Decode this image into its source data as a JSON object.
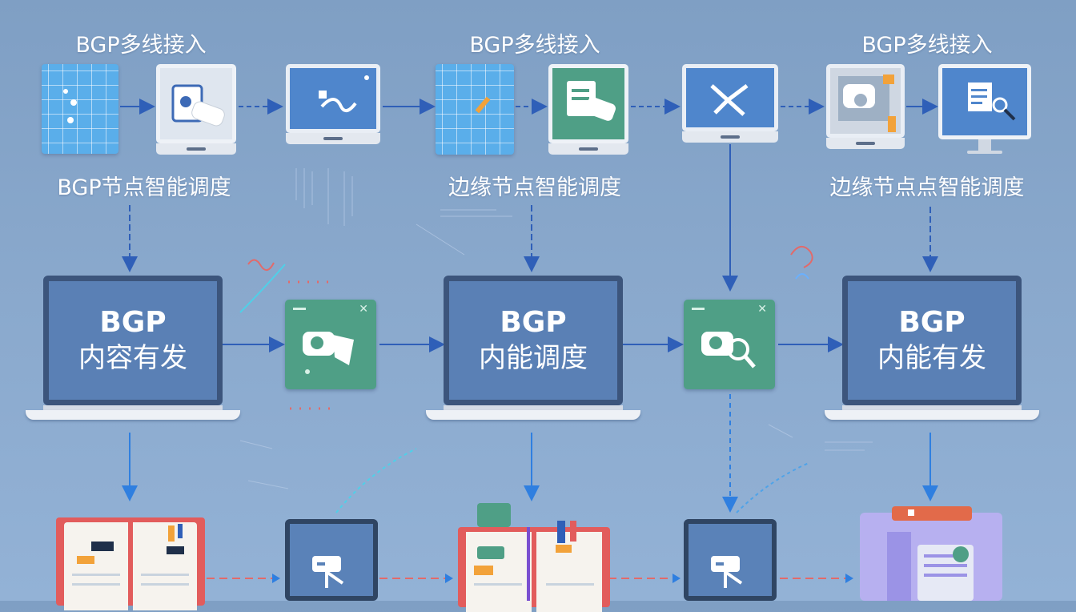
{
  "diagram": {
    "header_labels": [
      "BGP多线接入",
      "BGP多线接入",
      "BGP多线接入"
    ],
    "sub_labels": [
      "BGP节点智能调度",
      "边缘节点智能调度",
      "边缘节点点智能调度"
    ],
    "laptops": [
      {
        "line1": "BGP",
        "line2": "内容有发"
      },
      {
        "line1": "BGP",
        "line2": "内能调度"
      },
      {
        "line1": "BGP",
        "line2": "内能有发"
      }
    ]
  },
  "colors": {
    "background": "#89a8cc",
    "arrow": "#2f5fb8",
    "tile_blue": "#4fa3e8",
    "green_card": "#4f9f86",
    "laptop_screen": "#5a80b5",
    "accent_orange": "#f2a23a",
    "accent_red": "#e25c5c"
  },
  "icons": [
    "grid-map-icon",
    "document-edit-icon",
    "network-monitor-icon",
    "grid-pencil-icon",
    "notes-monitor-icon",
    "star-monitor-icon",
    "camera-monitor-icon",
    "chart-monitor-icon",
    "camera-card-icon",
    "search-card-icon",
    "open-book-icon",
    "tablet-icon",
    "server-icon"
  ]
}
